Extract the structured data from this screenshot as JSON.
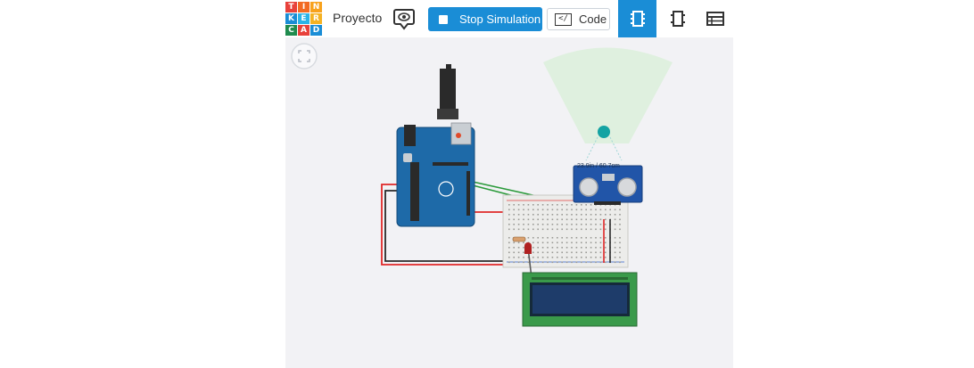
{
  "app": {
    "logo_letters": [
      "T",
      "I",
      "N",
      "K",
      "E",
      "R",
      "C",
      "A",
      "D"
    ],
    "logo_colors": [
      "#e8413b",
      "#f26a24",
      "#f8a21c",
      "#1a8dd6",
      "#2bb3e8",
      "#f4b223",
      "#1f8b4e",
      "#e8413b",
      "#1a8dd6"
    ],
    "project_title": "Proyecto"
  },
  "toolbar": {
    "stop_label": "Stop Simulation",
    "code_label": "Code",
    "code_icon_text": "</",
    "accent_color": "#1a8dd6"
  },
  "canvas": {
    "sensor_readout": "23.9in / 60.7cm",
    "icons": [
      "fit-view-icon",
      "eye-icon",
      "stop-icon",
      "code-icon",
      "component-icon",
      "chip-icon",
      "list-icon"
    ]
  }
}
